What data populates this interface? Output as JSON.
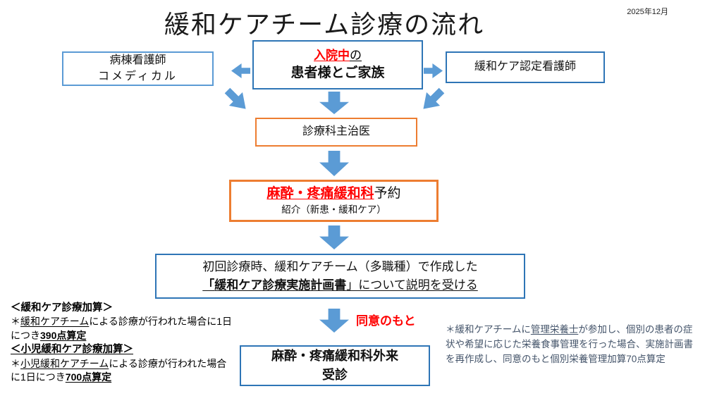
{
  "slide": {
    "title": "緩和ケアチーム診療の流れ",
    "date": "2025年12月"
  },
  "flow": {
    "ward_nurse": {
      "line1": "病棟看護師",
      "line2": "コメディカル"
    },
    "patient": {
      "status": "入院中",
      "particle": "の",
      "who": "患者様とご家族"
    },
    "certified_nurse": {
      "label": "緩和ケア認定看護師"
    },
    "attending_doctor": {
      "label": "診療科主治医"
    },
    "reservation": {
      "dept": "麻酔・疼痛緩和科",
      "suffix": "予約",
      "subtitle": "紹介（新患・緩和ケア）"
    },
    "care_plan": {
      "line1": "初回診療時、緩和ケアチーム（多職種）で作成した",
      "bracket_open": "「",
      "document": "緩和ケア診療実施計画書",
      "rest": "」について説明を受ける"
    },
    "consent": "同意のもと",
    "outpatient": {
      "line1": "麻酔・疼痛緩和科外来",
      "line2": "受診"
    }
  },
  "notes_left": {
    "heading1": "＜緩和ケア診療加算＞",
    "item1": {
      "star": "＊",
      "team": "緩和ケアチーム",
      "body": "による診療が行われた場合に1日につき",
      "points": "390点算定"
    },
    "heading2": "＜小児緩和ケア診療加算＞",
    "item2": {
      "star": "＊",
      "team": "小児緩和ケアチーム",
      "body": "による診療が行われた場合に1日につき",
      "points": "700点算定"
    }
  },
  "notes_right": {
    "pre": "＊緩和ケアチームに",
    "dietitian": "管理栄養士",
    "post": "が参加し、個別の患者の症状や希望に応じた栄養食事管理を行った場合、実施計画書を再作成し、同意のもと個別栄養管理加算70点算定"
  },
  "colors": {
    "box_blue": "#2E75B6",
    "box_blue_light": "#5B9BD5",
    "box_orange": "#ED7D31",
    "arrow_fill": "#5B9BD5",
    "accent_red": "#FF0000",
    "note_slate": "#44546A"
  }
}
